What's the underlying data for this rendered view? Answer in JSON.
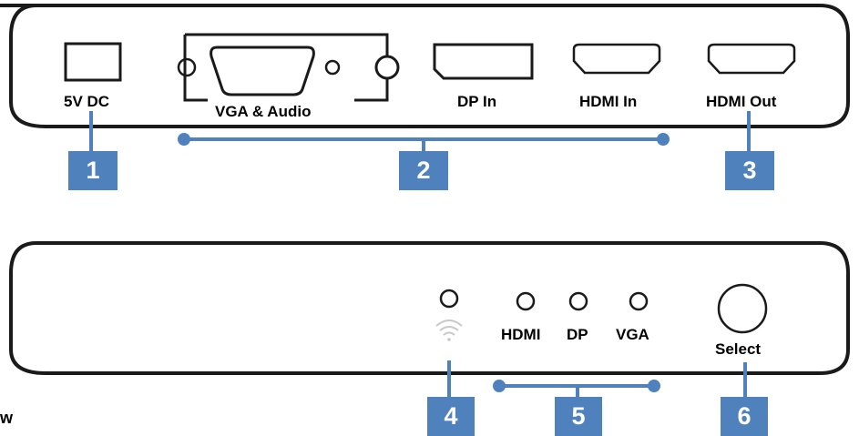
{
  "rear_panel": {
    "power_label": "5V DC",
    "vga_label": "VGA & Audio",
    "dp_label": "DP In",
    "hdmi_in_label": "HDMI In",
    "hdmi_out_label": "HDMI Out"
  },
  "front_panel": {
    "hdmi_led_label": "HDMI",
    "dp_led_label": "DP",
    "vga_led_label": "VGA",
    "select_label": "Select",
    "wireless_icon": "wifi-icon"
  },
  "callouts": {
    "c1": "1",
    "c2": "2",
    "c3": "3",
    "c4": "4",
    "c5": "5",
    "c6": "6"
  },
  "left_edge_text": "w",
  "colors": {
    "callout": "#4f81bd",
    "panel_outline": "#1a1a1a",
    "wifi": "#c8c8c8"
  }
}
